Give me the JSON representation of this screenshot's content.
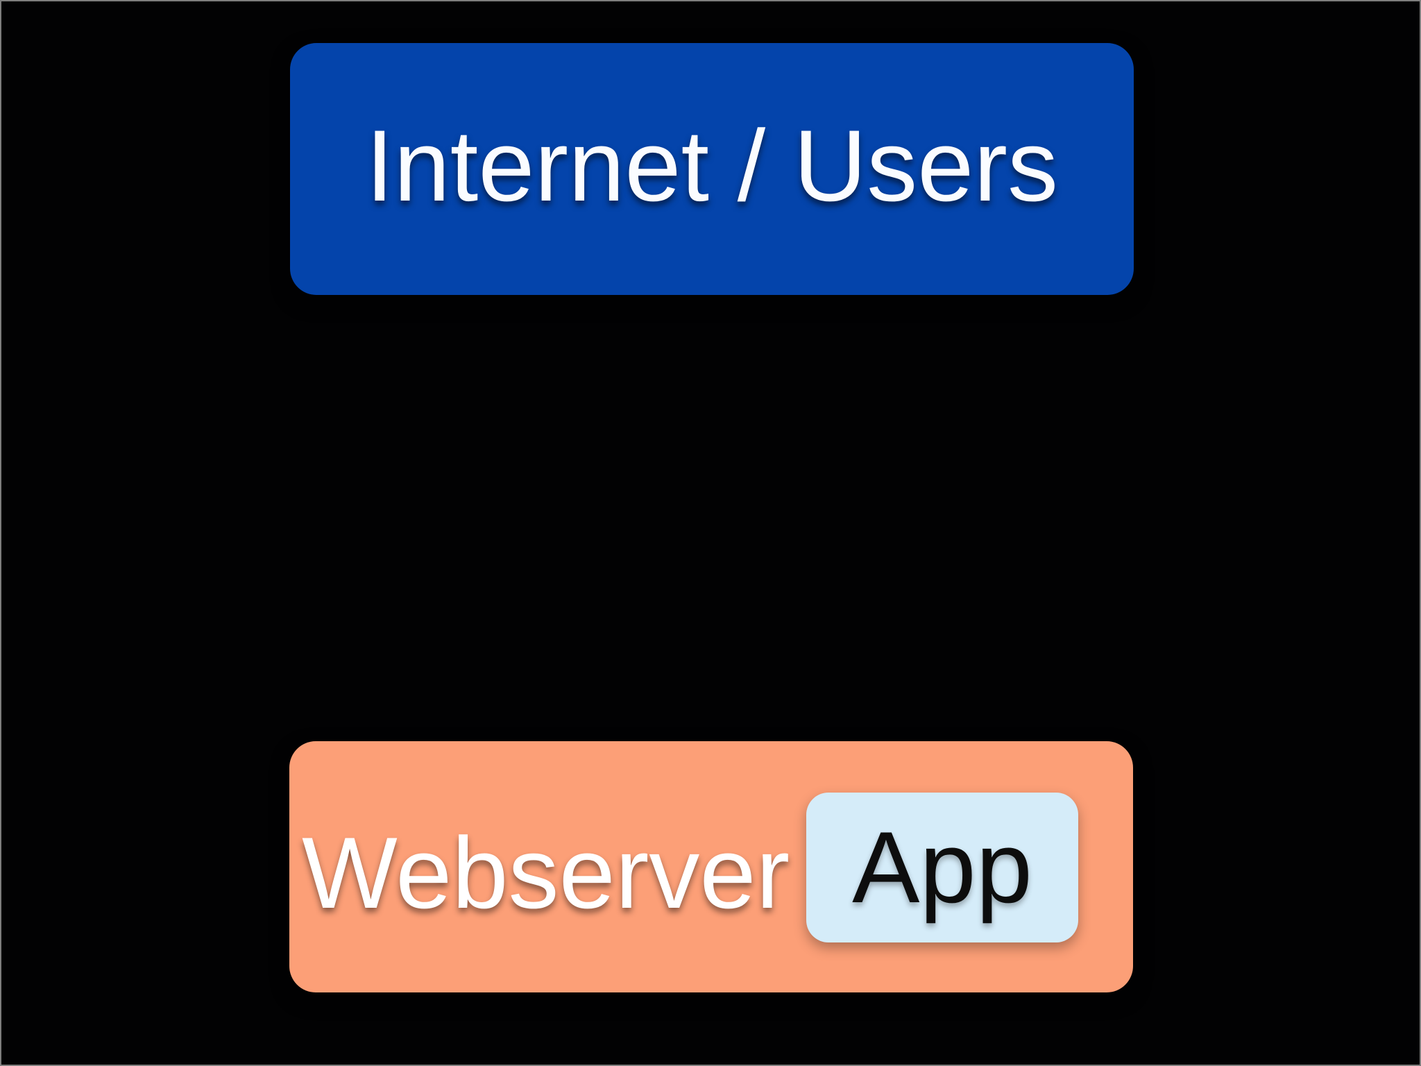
{
  "canvas": {
    "background": "#020203",
    "frame_color": "#7d7d7d"
  },
  "nodes": {
    "internet": {
      "label": "Internet / Users",
      "bg": "#0444ab",
      "text_color": "#fafcff"
    },
    "webserver": {
      "label": "Webserver",
      "bg": "#fc9f77",
      "text_color": "#ffffff"
    },
    "app": {
      "label": "App",
      "bg": "#d5ecf9",
      "text_color": "#0d0d0d"
    }
  }
}
